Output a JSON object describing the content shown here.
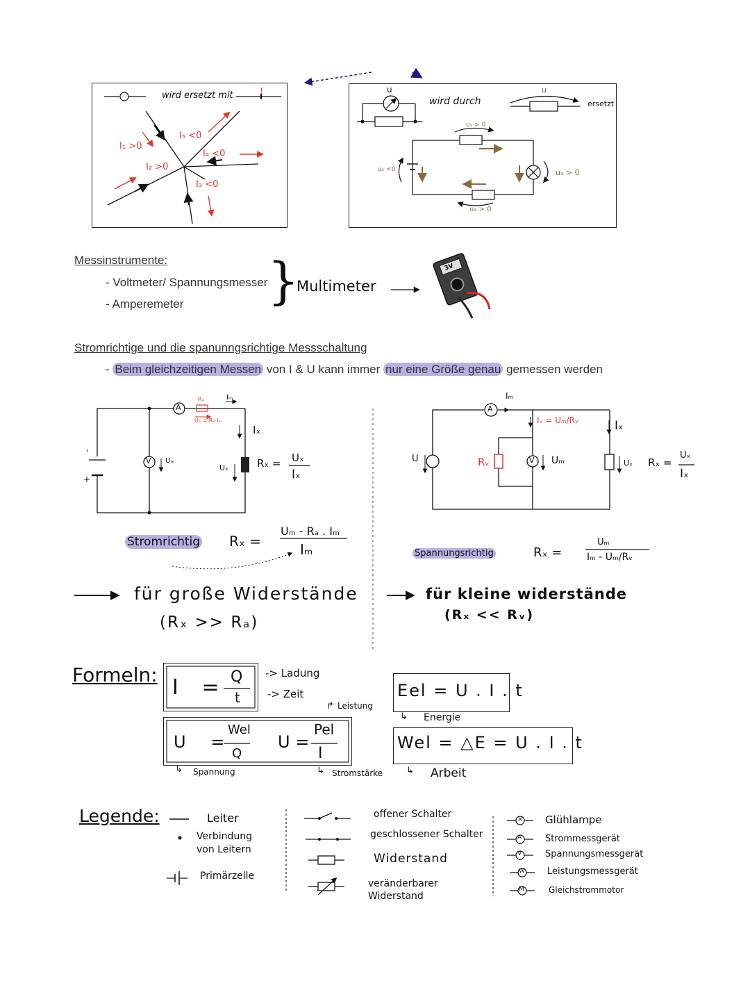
{
  "colors": {
    "red": "#e2372a",
    "brown": "#8b6a3a",
    "highlight": "#b7b0e3",
    "ink": "#111111",
    "navy": "#1c1a7a"
  },
  "top_left": {
    "replace_text": "wird ersetzt mit",
    "currents": [
      "I₁ >0",
      "I₂ >0",
      "I₃ <0",
      "I₄ <0",
      "I₅ <0"
    ]
  },
  "top_right": {
    "meter_u": "u",
    "text_a": "wird durch",
    "resistor_u": "u",
    "text_b": "ersetzt",
    "voltages": [
      "u₁ <0",
      "u₂ > 0",
      "u₃ > 0",
      "u₄ > 0"
    ]
  },
  "instruments": {
    "heading": "Messinstrumente:",
    "items": [
      "- Voltmeter/ Spannungsmesser",
      "- Amperemeter"
    ],
    "group": "Multimeter",
    "display_value": "3V"
  },
  "circuits": {
    "heading": "Stromrichtige und die spanunngsrichtige Messschaltung",
    "note_pre": "- ",
    "note_hl1": "Beim gleichzeitigen Messen",
    "note_mid": " von I & U kann immer ",
    "note_hl2": "nur eine Größe genau",
    "note_post": " gemessen werden",
    "left": {
      "label": "Stromrichtig",
      "formula_lhs": "Rₓ =",
      "formula_num": "Uₘ - Rₐ . Iₘ",
      "formula_den": "Iₘ",
      "rx_num": "Uₓ",
      "rx_den": "Iₓ",
      "rx_lhs": "Rₓ =",
      "ra_label": "Rₐ",
      "ua_label": "Uₐ = Rₐ·Iₘ",
      "im": "Iₘ",
      "ix": "Iₓ",
      "um": "Uₘ",
      "ux": "Uₓ",
      "ammeter": "A",
      "voltmeter": "V",
      "battery_minus": "'",
      "battery_plus": "+",
      "arrow_text": "für große Widerstände",
      "cond": "(Rₓ >> Rₐ)"
    },
    "right": {
      "label": "Spannungsrichtig",
      "formula_lhs": "Rₓ =",
      "formula_num": "Uₘ",
      "formula_den": "Iₘ - Uₘ/Rᵥ",
      "iv_label": "Iᵥ = Uₘ/Rᵥ",
      "im": "Iₘ",
      "ix": "Iₓ",
      "u": "U",
      "rv": "Rᵥ",
      "um": "Uₘ",
      "ux": "Uₓ",
      "rx_lhs": "Rₓ =",
      "rx_num": "Uₓ",
      "rx_den": "Iₓ",
      "ammeter": "A",
      "voltmeter": "V",
      "arrow_text": "für kleine widerstände",
      "cond": "(Rₓ << Rᵥ)"
    }
  },
  "formulas": {
    "heading": "Formeln:",
    "f1_lhs": "I =",
    "f1_num": "Q",
    "f1_den": "t",
    "f1_note1": "-> Ladung",
    "f1_note2": "-> Zeit",
    "f2_lhs": "U =",
    "f2_num": "Wel",
    "f2_den": "Q",
    "f2b_lhs": "U =",
    "f2b_num": "Pel",
    "f2b_den": "I",
    "f2_note_leistung": "Leistung",
    "f2_note_spannung": "Spannung",
    "f2_note_strom": "Stromstärke",
    "f3": "Eel = U . I . t",
    "f3_note": "Energie",
    "f4": "Wel = △E = U . I . t",
    "f4_note": "Arbeit"
  },
  "legend": {
    "heading": "Legende:",
    "col1": [
      "Leiter",
      "Verbindung von Leitern",
      "Primärzelle"
    ],
    "col2": [
      "offener Schalter",
      "geschlossener Schalter",
      "Widerstand",
      "veränderbarer Widerstand"
    ],
    "col3": [
      "Glühlampe",
      "Strommessgerät",
      "Spannungsmessgerät",
      "Leistungsmessgerät",
      "Gleichstrommotor"
    ],
    "col3_symbols": [
      "×",
      "A",
      "V",
      "W",
      "M"
    ]
  }
}
